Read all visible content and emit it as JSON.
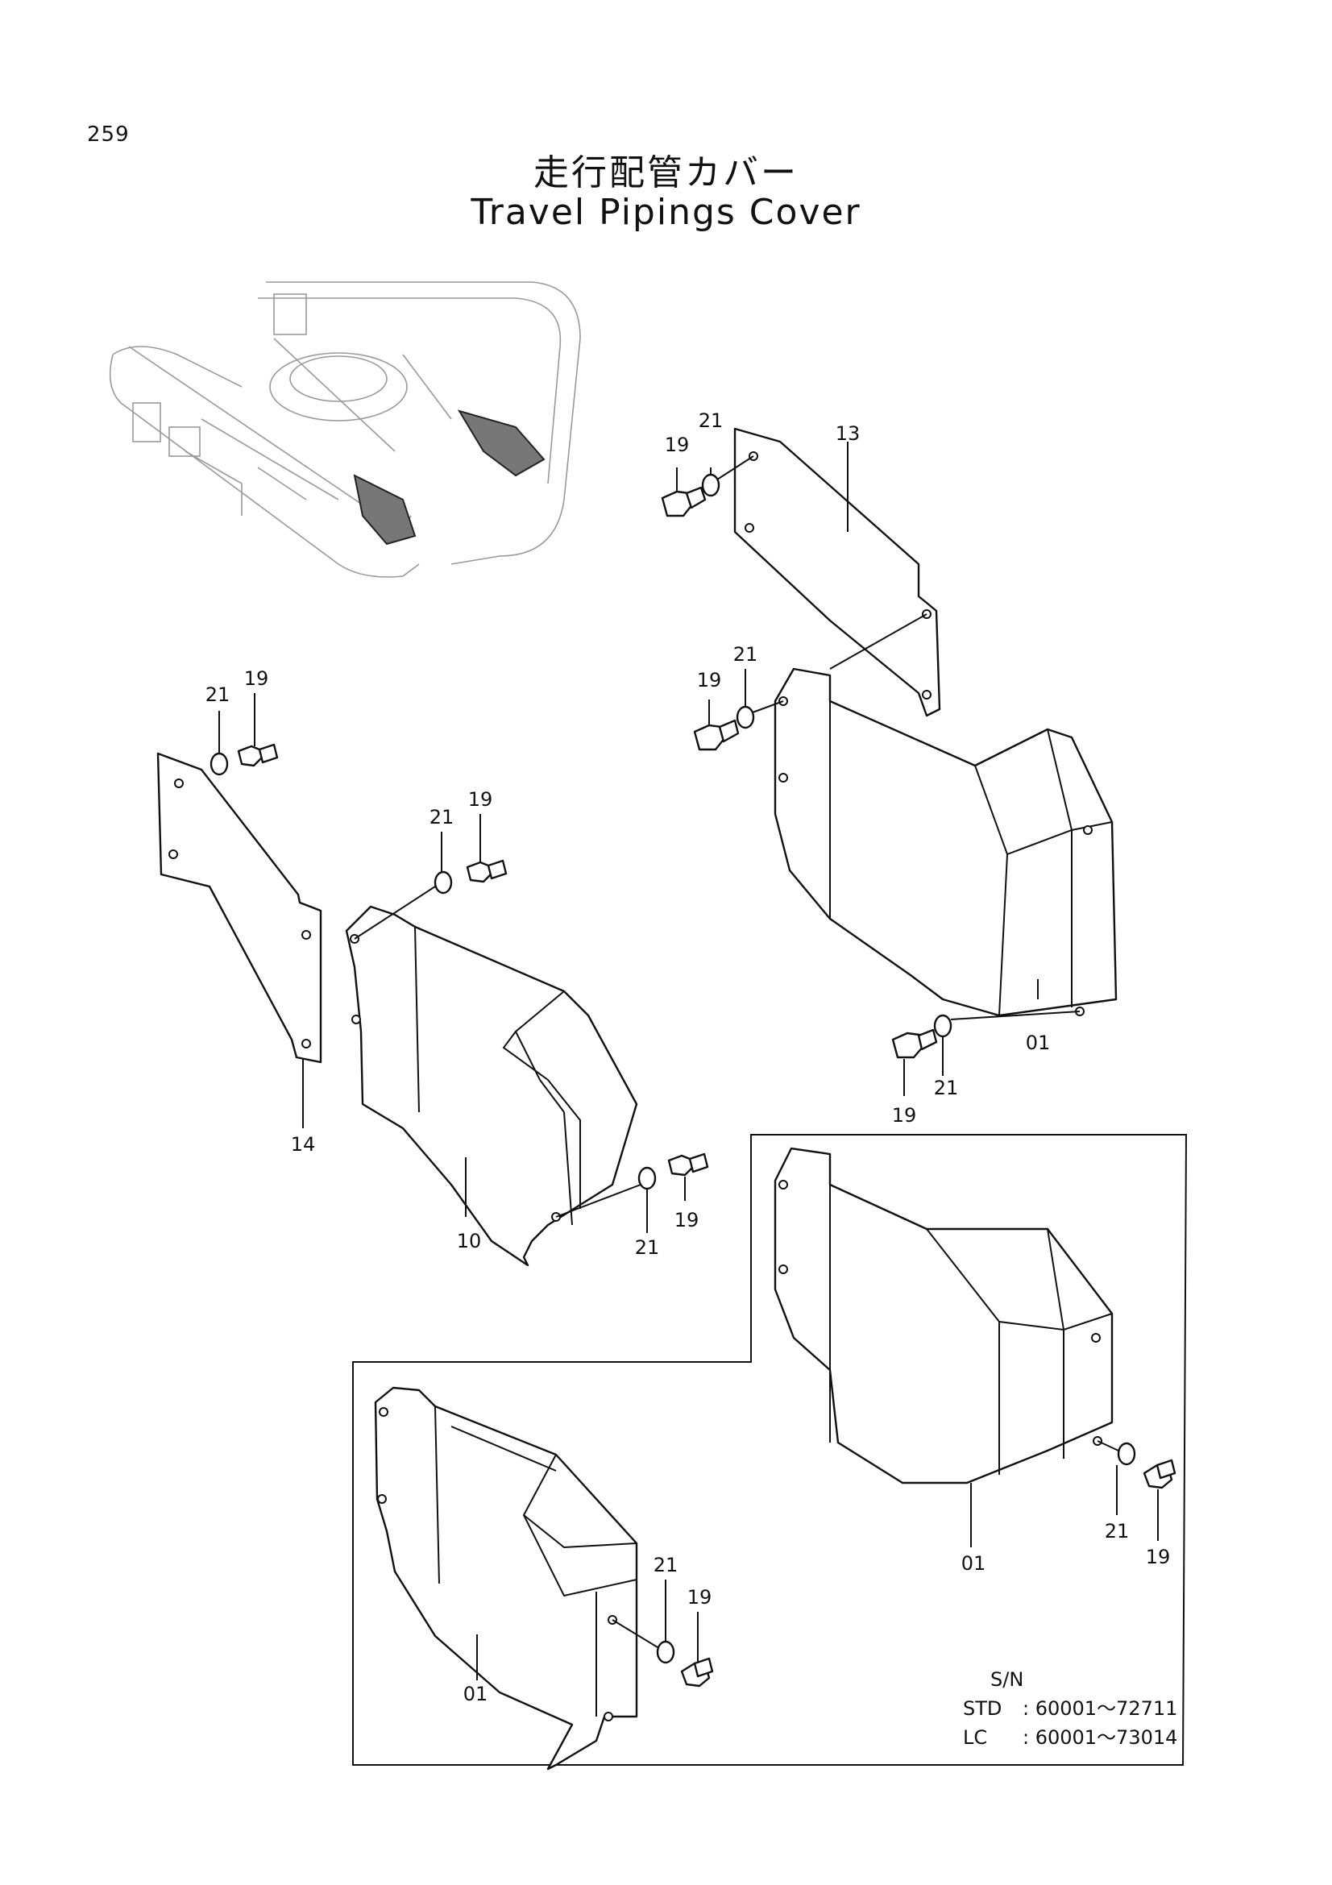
{
  "page_number": "259",
  "title": {
    "japanese": "走行配管カバー",
    "english": "Travel Pipings Cover"
  },
  "callouts": {
    "c13": "13",
    "c14": "14",
    "c10": "10",
    "c01": "01",
    "c19": "19",
    "c21": "21"
  },
  "serial_numbers": {
    "heading": "S/N",
    "std_label": "STD",
    "std_range": ": 60001～72711",
    "lc_label": "LC",
    "lc_range": ": 60001～73014"
  }
}
